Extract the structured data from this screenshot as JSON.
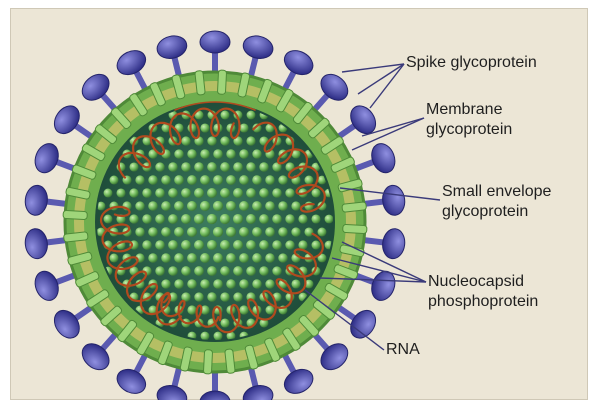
{
  "labels": {
    "spike": "Spike glycoprotein",
    "membrane_line1": "Membrane",
    "membrane_line2": "glycoprotein",
    "envelope_line1": "Small envelope",
    "envelope_line2": "glycoprotein",
    "nucleocapsid_line1": "Nucleocapsid",
    "nucleocapsid_line2": "phosphoprotein",
    "rna": "RNA"
  },
  "colors": {
    "background": "#ece6d6",
    "spike": "#4a4aa8",
    "membrane": "#7fb75a",
    "core": "#2f6b52",
    "sphere": "#7ec46a",
    "rna": "#b04a1e"
  }
}
